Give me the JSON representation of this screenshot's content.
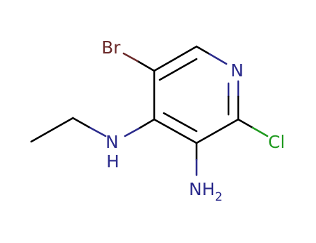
{
  "molecule": {
    "atoms": [
      {
        "id": "Br",
        "label": "Br",
        "color": "#6b2a2a"
      },
      {
        "id": "N1",
        "label": "N",
        "color": "#2b2b8c"
      },
      {
        "id": "Cl",
        "label": "Cl",
        "color": "#1f9a1f"
      },
      {
        "id": "NH",
        "label": "N",
        "sub_label": "H",
        "color": "#2b2b8c"
      },
      {
        "id": "NH2",
        "label": "NH",
        "subscript": "2",
        "color": "#2b2b8c"
      }
    ],
    "bond_color": "#000000"
  }
}
